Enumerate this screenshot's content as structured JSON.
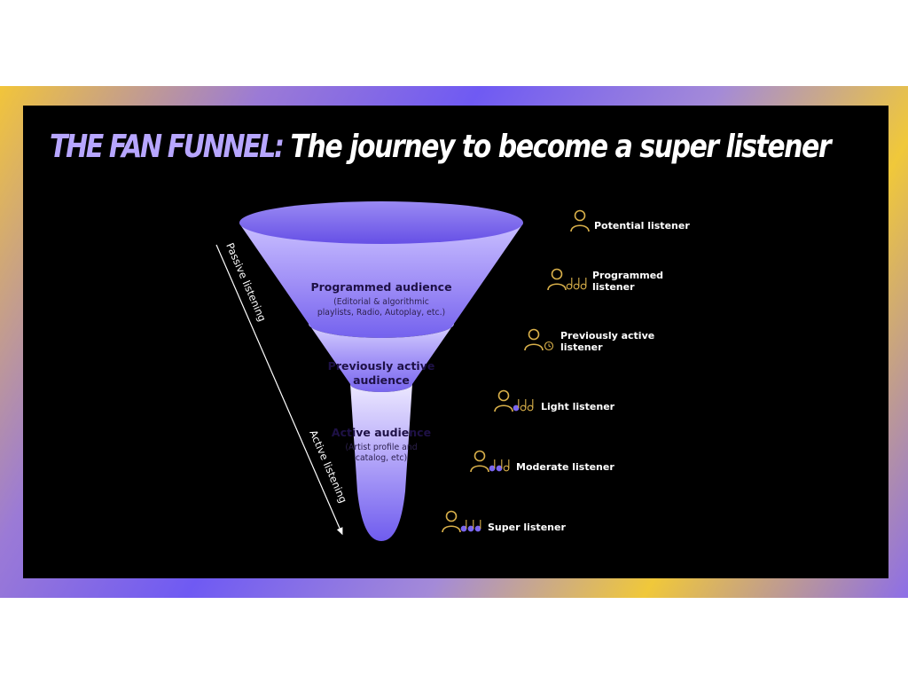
{
  "header": {
    "title_accent": "THE FAN FUNNEL:",
    "title_main": "The journey to become a super listener"
  },
  "axis": {
    "passive": "Passive listening",
    "active": "Active listening"
  },
  "funnel": {
    "programmed": {
      "title": "Programmed audience",
      "lines": [
        "(Editorial & algorithmic",
        "playlists, Radio, Autoplay, etc.)"
      ]
    },
    "previously_active": {
      "lines": [
        "Previously active",
        "audience"
      ]
    },
    "active": {
      "title": "Active audience",
      "lines": [
        "(Artist profile and",
        "catalog, etc)"
      ]
    }
  },
  "stages": {
    "potential": {
      "lines": [
        "Potential listener"
      ],
      "icon": "person-icon",
      "notes": 0
    },
    "programmed": {
      "lines": [
        "Programmed",
        "listener"
      ],
      "icon": "person-music-notes-icon",
      "notes": 0
    },
    "previously_active": {
      "lines": [
        "Previously active",
        "listener"
      ],
      "icon": "person-clock-icon",
      "notes": 0
    },
    "light": {
      "lines": [
        "Light listener"
      ],
      "icon": "person-music-notes-icon",
      "notes": 1
    },
    "moderate": {
      "lines": [
        "Moderate listener"
      ],
      "icon": "person-music-notes-icon",
      "notes": 2
    },
    "super": {
      "lines": [
        "Super listener"
      ],
      "icon": "person-music-notes-icon",
      "notes": 3
    }
  },
  "colors": {
    "accent": "#b7a6ff",
    "funnel_purple": "#7a66f0",
    "icon_gold": "#d9b04a",
    "background": "#000000"
  }
}
